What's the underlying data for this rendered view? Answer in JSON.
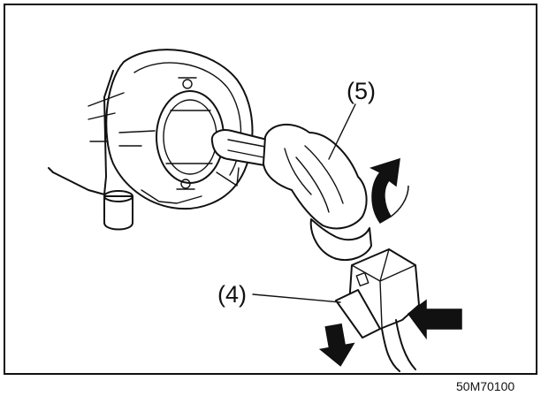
{
  "callouts": {
    "bulb": "(5)",
    "connector": "(4)"
  },
  "figure_code": "50M70100",
  "icons": {
    "rotate_arrow": "curved-rotation-arrow",
    "press_arrow": "press-arrow",
    "pull_arrow": "pull-down-arrow"
  },
  "colors": {
    "line": "#111111",
    "background": "#ffffff",
    "arrow_fill": "#111111"
  }
}
